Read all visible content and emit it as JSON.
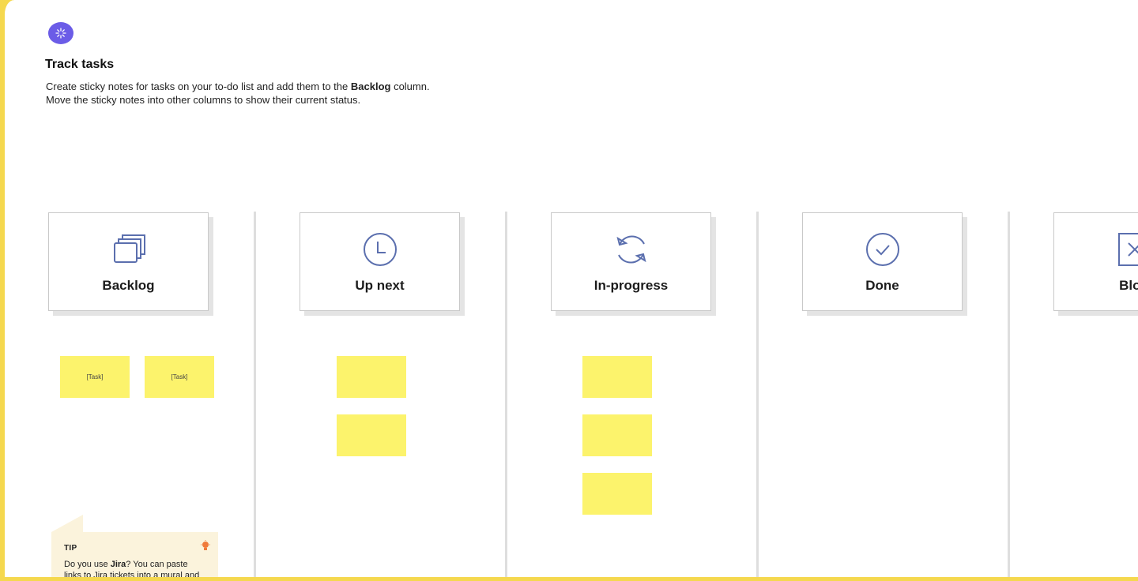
{
  "header": {
    "title": "Track tasks",
    "line1_before": "Create sticky notes for tasks on your to-do list and add them to the ",
    "line1_bold": "Backlog",
    "line1_after": " column.",
    "line2": "Move the sticky notes into other columns to show their current status."
  },
  "columns": [
    {
      "label": "Backlog",
      "icon": "stack-icon"
    },
    {
      "label": "Up next",
      "icon": "clock-icon"
    },
    {
      "label": "In-progress",
      "icon": "refresh-icon"
    },
    {
      "label": "Done",
      "icon": "check-circle-icon"
    },
    {
      "label": "Bloc",
      "icon": "blocked-x-icon"
    }
  ],
  "stickies": {
    "backlog": [
      "[Task]",
      "[Task]"
    ],
    "up_next_count": 2,
    "in_progress_count": 3
  },
  "tip": {
    "heading": "TIP",
    "body_before": "Do you use ",
    "body_bold": "Jira",
    "body_after": "? You can paste",
    "body_line2": "links to Jira tickets into a mural and"
  },
  "colors": {
    "frame": "#f5d84e",
    "sticky": "#fcf36c",
    "icon_stroke": "#5b6fae",
    "logo": "#6b5ce7",
    "tip_bg": "#fbf3dc",
    "bulb": "#f07a3b"
  }
}
